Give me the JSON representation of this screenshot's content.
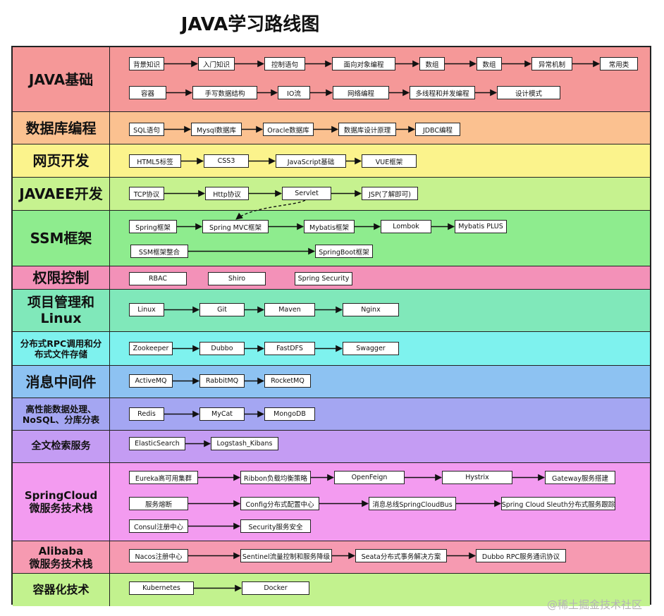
{
  "title": "JAVA学习路线图",
  "watermark": "@稀土掘金技术社区",
  "rows": [
    {
      "label": "JAVA基础",
      "color": "#f59898",
      "font": 20,
      "nodes": [
        "背景知识",
        "入门知识",
        "控制语句",
        "面向对象编程",
        "数组",
        "数组",
        "异常机制",
        "常用类",
        "容器",
        "手写数据结构",
        "IO流",
        "网络编程",
        "多线程和并发编程",
        "设计模式"
      ]
    },
    {
      "label": "数据库编程",
      "color": "#fbc190",
      "font": 20,
      "nodes": [
        "SQL语句",
        "Mysql数据库",
        "Oracle数据库",
        "数据库设计原理",
        "JDBC编程"
      ]
    },
    {
      "label": "网页开发",
      "color": "#fbf38c",
      "font": 20,
      "nodes": [
        "HTML5标签",
        "CSS3",
        "JavaScript基础",
        "VUE框架"
      ]
    },
    {
      "label": "JAVAEE开发",
      "color": "#c6f28f",
      "font": 20,
      "nodes": [
        "TCP协议",
        "Http协议",
        "Servlet",
        "JSP(了解即可)"
      ]
    },
    {
      "label": "SSM框架",
      "color": "#8eec8e",
      "font": 20,
      "nodes": [
        "Spring框架",
        "Spring MVC框架",
        "Mybatis框架",
        "Lombok",
        "Mybatis PLUS",
        "SSM框架整合",
        "SpringBoot框架"
      ]
    },
    {
      "label": "权限控制",
      "color": "#f391b8",
      "font": 20,
      "nodes": [
        "RBAC",
        "Shiro",
        "Spring Security"
      ]
    },
    {
      "label": "项目管理和\nLinux",
      "color": "#80e8ba",
      "font": 19,
      "nodes": [
        "Linux",
        "Git",
        "Maven",
        "Nginx"
      ]
    },
    {
      "label": "分布式RPC调用和分\n布式文件存储",
      "color": "#7ef2ee",
      "font": 12.5,
      "nodes": [
        "Zookeeper",
        "Dubbo",
        "FastDFS",
        "Swagger"
      ]
    },
    {
      "label": "消息中间件",
      "color": "#8dc2f2",
      "font": 20,
      "nodes": [
        "ActiveMQ",
        "RabbitMQ",
        "RocketMQ"
      ]
    },
    {
      "label": "高性能数据处理、\nNoSQL、分库分表",
      "color": "#a4a6f2",
      "font": 12.5,
      "nodes": [
        "Redis",
        "MyCat",
        "MongoDB"
      ]
    },
    {
      "label": "全文检索服务",
      "color": "#c49cf3",
      "font": 14,
      "nodes": [
        "ElasticSearch",
        "Logstash_Kibans"
      ]
    },
    {
      "label": "SpringCloud\n微服务技术栈",
      "color": "#f39bf0",
      "font": 15,
      "nodes": [
        "Eureka高可用集群",
        "Ribbon负载均衡策略",
        "OpenFeign",
        "Hystrix",
        "Gateway服务搭建",
        "服务熔断",
        "Config分布式配置中心",
        "消息总线SpringCloudBus",
        "Spring Cloud Sleuth分布式服务跟踪",
        "Consul注册中心",
        "Security服务安全"
      ]
    },
    {
      "label": "Alibaba\n微服务技术栈",
      "color": "#f69ab1",
      "font": 15,
      "nodes": [
        "Nacos注册中心",
        "Sentinel流量控制和服务降级",
        "Seata分布式事务解决方案",
        "Dubbo   RPC服务通讯协议"
      ]
    },
    {
      "label": "容器化技术",
      "color": "#c2f28e",
      "font": 16,
      "nodes": [
        "Kubernetes",
        "Docker"
      ]
    }
  ]
}
